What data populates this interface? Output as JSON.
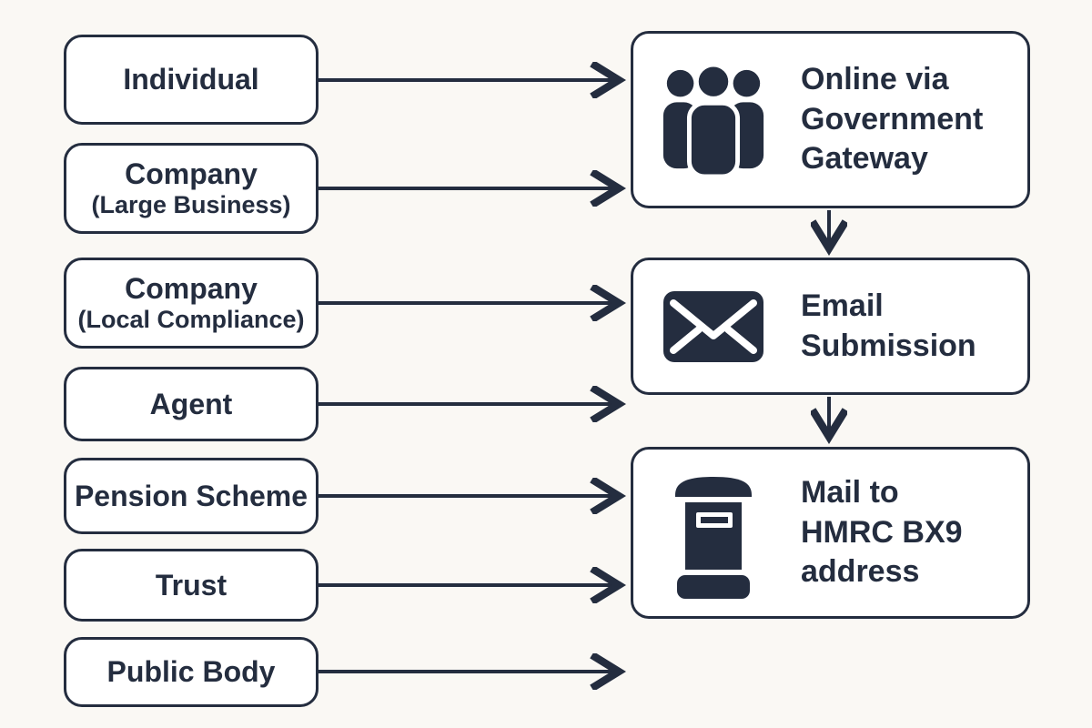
{
  "diagram": {
    "title": "",
    "sources": [
      {
        "id": "individual",
        "lines": [
          "Individual"
        ]
      },
      {
        "id": "company-large-business",
        "lines": [
          "Company",
          "(Large Business)"
        ]
      },
      {
        "id": "company-local-compliance",
        "lines": [
          "Company",
          "(Local Compliance)"
        ]
      },
      {
        "id": "agent",
        "lines": [
          "Agent"
        ]
      },
      {
        "id": "pension-scheme",
        "lines": [
          "Pension Scheme"
        ]
      },
      {
        "id": "trust",
        "lines": [
          "Trust"
        ]
      },
      {
        "id": "public-body",
        "lines": [
          "Public Body"
        ]
      }
    ],
    "methods": [
      {
        "id": "online-gateway",
        "icon": "people-icon",
        "lines": [
          "Online via",
          "Government",
          "Gateway"
        ]
      },
      {
        "id": "email-submission",
        "icon": "envelope-icon",
        "lines": [
          "Email",
          "Submission"
        ]
      },
      {
        "id": "mail-hmrc",
        "icon": "postbox-icon",
        "lines": [
          "Mail to",
          "HMRC BX9",
          "address"
        ]
      }
    ],
    "colors": {
      "ink": "#242d3f",
      "background": "#faf8f4",
      "box_fill": "#ffffff"
    }
  }
}
